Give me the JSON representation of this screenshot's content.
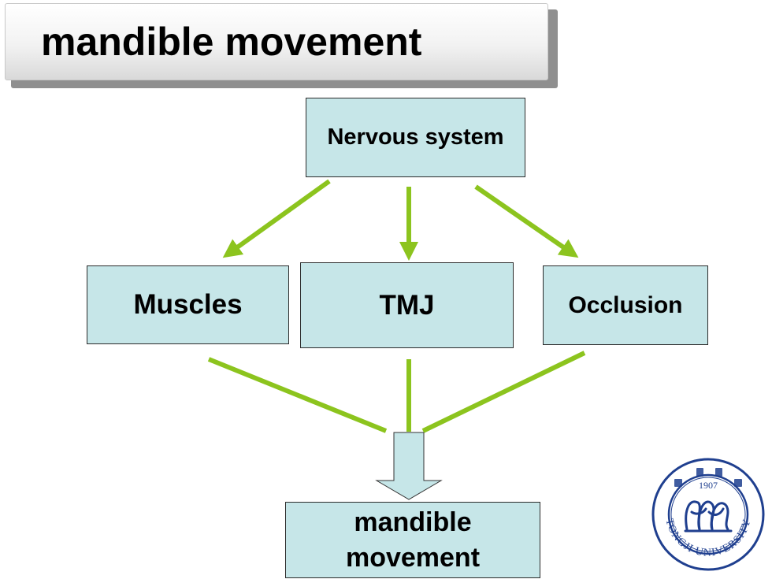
{
  "title": "mandible movement",
  "nodes": {
    "nervous_system": "Nervous system",
    "muscles": "Muscles",
    "tmj": "TMJ",
    "occlusion": "Occlusion",
    "result": "mandible movement"
  },
  "edges": [
    {
      "from": "Nervous system",
      "to": "Muscles"
    },
    {
      "from": "Nervous system",
      "to": "TMJ"
    },
    {
      "from": "Nervous system",
      "to": "Occlusion"
    },
    {
      "from": "Muscles",
      "to": "mandible movement"
    },
    {
      "from": "TMJ",
      "to": "mandible movement"
    },
    {
      "from": "Occlusion",
      "to": "mandible movement"
    }
  ],
  "logo": {
    "year": "1907",
    "text": "TONGJI UNIVERSITY"
  },
  "colors": {
    "box_fill": "#c6e6e8",
    "arrow": "#8cc41e",
    "title_bar": "#f2f2f2"
  }
}
